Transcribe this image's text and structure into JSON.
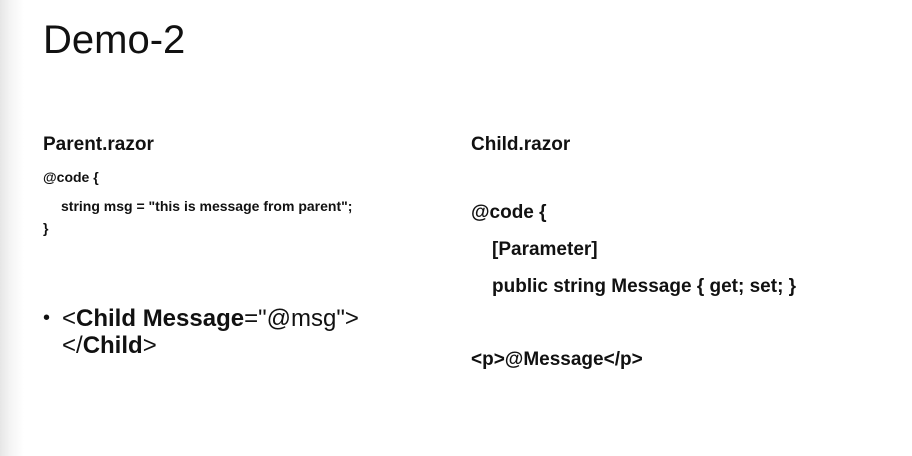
{
  "title": "Demo-2",
  "parent": {
    "heading": "Parent.razor",
    "lines": [
      "@code {",
      "string msg = \"this is message from parent\";",
      "}"
    ]
  },
  "bullet": {
    "dot": "•",
    "open_bracket": "<",
    "tag_open": "Child",
    "attr_name": "Message",
    "attr_value": "=\"@msg\"></",
    "tag_close": "Child",
    "close_bracket": ">"
  },
  "child": {
    "heading": "Child.razor",
    "lines": [
      "@code {",
      "[Parameter]",
      "public string Message { get; set; }",
      "<p>@Message</p>"
    ]
  }
}
